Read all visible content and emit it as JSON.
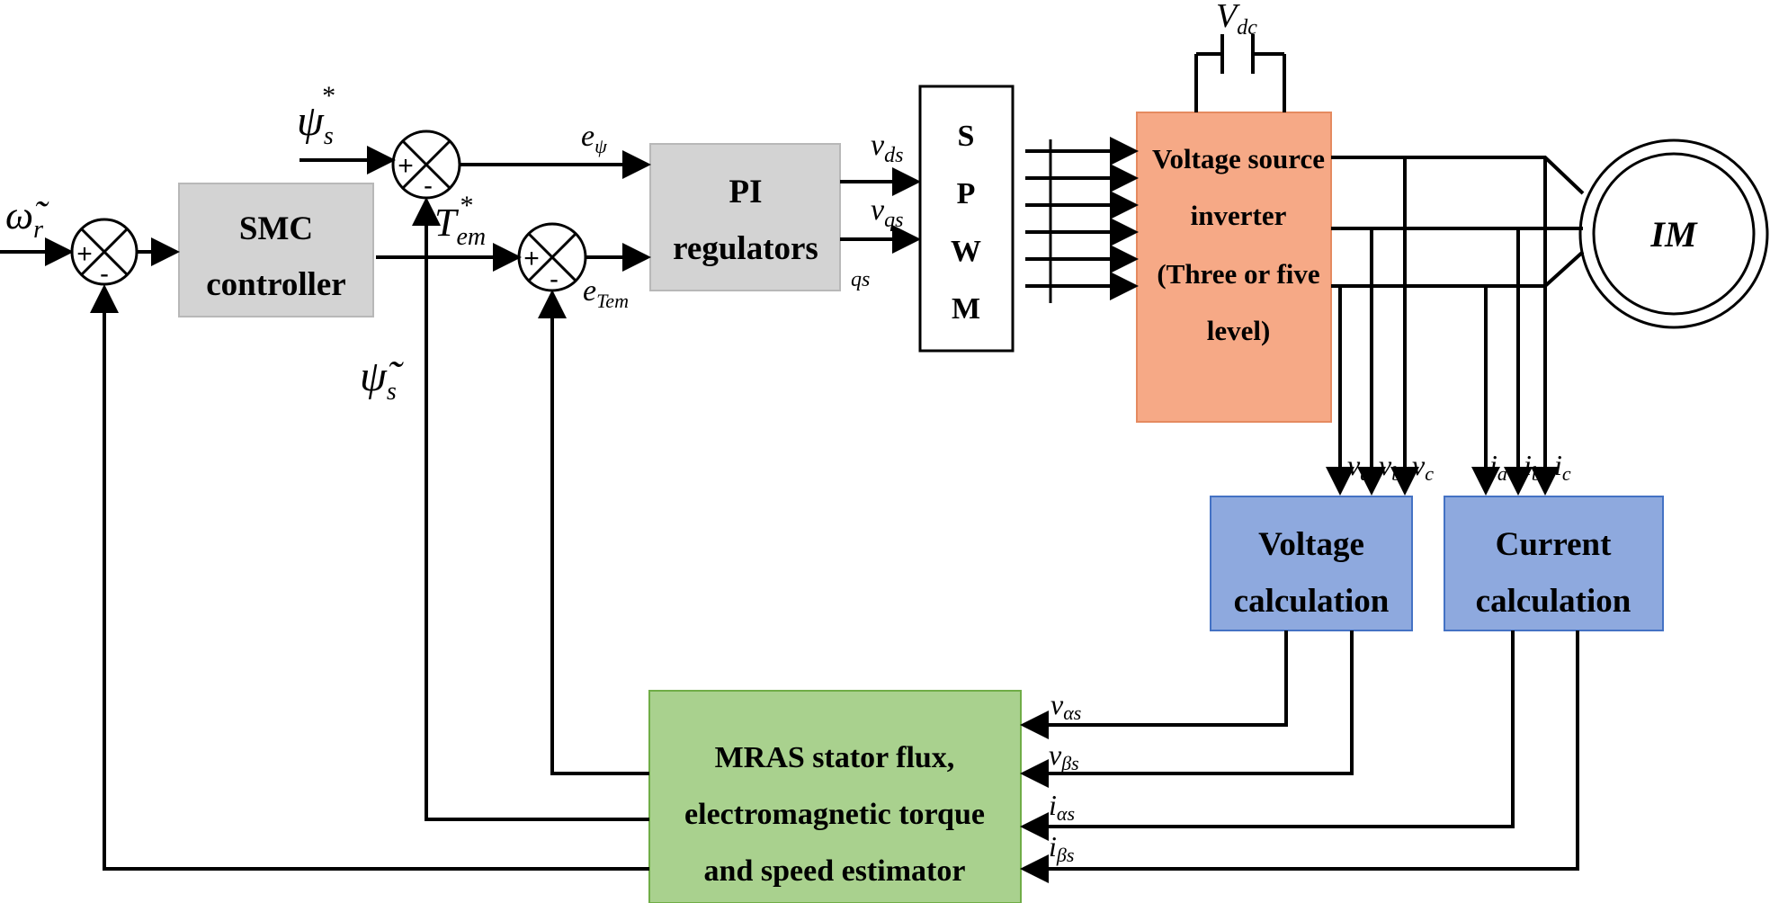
{
  "colors": {
    "gray_block": "#d3d3d3",
    "inverter_block": "#f6a986",
    "calc_block": "#8ea9de",
    "estimator_block": "#a9d18e",
    "line": "#000000"
  },
  "blocks": {
    "smc": {
      "line1": "SMC",
      "line2": "controller"
    },
    "pi": {
      "line1": "PI",
      "line2": "regulators"
    },
    "spwm": {
      "l1": "S",
      "l2": "P",
      "l3": "W",
      "l4": "M"
    },
    "inverter": {
      "line1": "Voltage source",
      "line2": "inverter",
      "line3": "(Three or five",
      "line4": "level)"
    },
    "motor": {
      "label": "IM"
    },
    "voltage_calc": {
      "line1": "Voltage",
      "line2": "calculation"
    },
    "current_calc": {
      "line1": "Current",
      "line2": "calculation"
    },
    "estimator": {
      "line1": "MRAS stator flux,",
      "line2": "electromagnetic torque",
      "line3": "and speed estimator"
    }
  },
  "signals": {
    "omega_r": "ω̃",
    "omega_r_sub": "r",
    "psi_ref": "ψ",
    "psi_ref_sub": "s",
    "psi_ref_sup": "*",
    "psi_est": "ψ̃",
    "psi_est_sub": "s",
    "tem_ref": "T",
    "tem_ref_sub": "em",
    "tem_ref_sup": "*",
    "e_psi": "e",
    "e_psi_sub": "ψ",
    "e_tem": "e",
    "e_tem_sub": "Tem",
    "vds": "v",
    "vds_sub": "ds",
    "vqs": "v",
    "vqs_sub": "qs",
    "qs": "qs",
    "vdc": "V",
    "vdc_sub": "dc",
    "va": "v",
    "va_sub": "a",
    "vb": "v",
    "vb_sub": "b",
    "vc": "v",
    "vc_sub": "c",
    "ia": "i",
    "ia_sub": "a",
    "ib": "i",
    "ib_sub": "b",
    "ic": "i",
    "ic_sub": "c",
    "v_alpha": "v",
    "v_alpha_sub": "αs",
    "v_beta": "v",
    "v_beta_sub": "βs",
    "i_alpha": "i",
    "i_alpha_sub": "αs",
    "i_beta": "i",
    "i_beta_sub": "βs"
  },
  "summers": {
    "plus": "+",
    "minus": "-"
  }
}
